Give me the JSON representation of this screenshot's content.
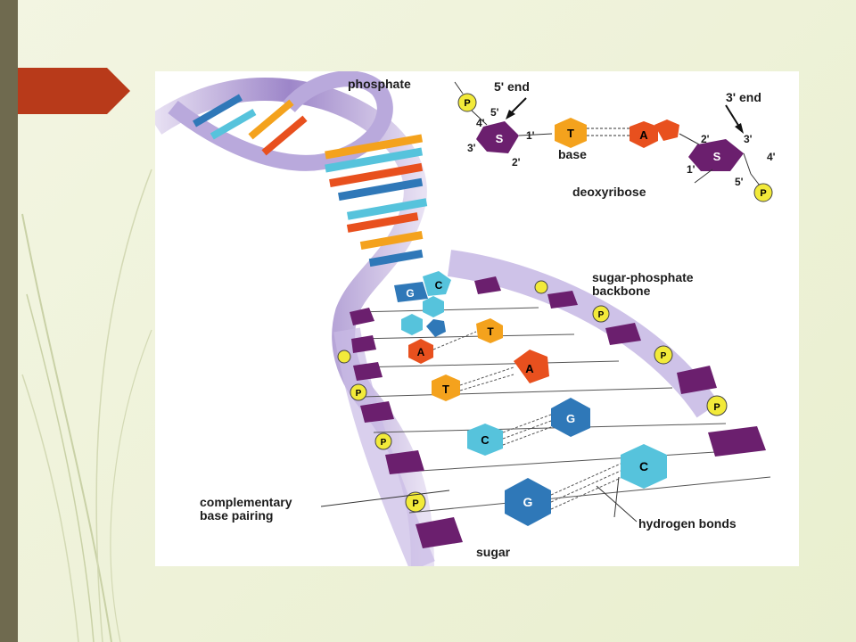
{
  "diagram": {
    "labels": {
      "phosphate": "phosphate",
      "five_end": "5' end",
      "three_end": "3' end",
      "base": "base",
      "deoxyribose": "deoxyribose",
      "backbone": "sugar-phosphate\nbackbone",
      "complementary": "complementary\nbase pairing",
      "hydrogen": "hydrogen bonds",
      "sugar": "sugar"
    },
    "carbons": {
      "four_a": "4'",
      "five_a": "5'",
      "three_a": "3'",
      "one_a": "1'",
      "two_a": "2'",
      "two_b": "2'",
      "three_b": "3'",
      "four_b": "4'",
      "one_b": "1'",
      "five_b": "5'"
    },
    "symbols": {
      "phosphate": "P",
      "sugar": "S",
      "adenine": "A",
      "thymine": "T",
      "guanine": "G",
      "cytosine": "C"
    },
    "colors": {
      "sugar": "#6b1f6e",
      "phosphate": "#f2ea3a",
      "adenine": "#e8501e",
      "thymine": "#f4a21d",
      "guanine": "#2f78b8",
      "cytosine": "#56c3dc",
      "backbone_ribbon": "#b7a6d9",
      "accent_red": "#b83a1a"
    },
    "pairs": [
      {
        "left": "G",
        "right": "C"
      },
      {
        "left": "C",
        "right": "G"
      },
      {
        "left": "A",
        "right": "T"
      },
      {
        "left": "T",
        "right": "A"
      },
      {
        "left": "C",
        "right": "G"
      },
      {
        "left": "G",
        "right": "C"
      }
    ]
  }
}
